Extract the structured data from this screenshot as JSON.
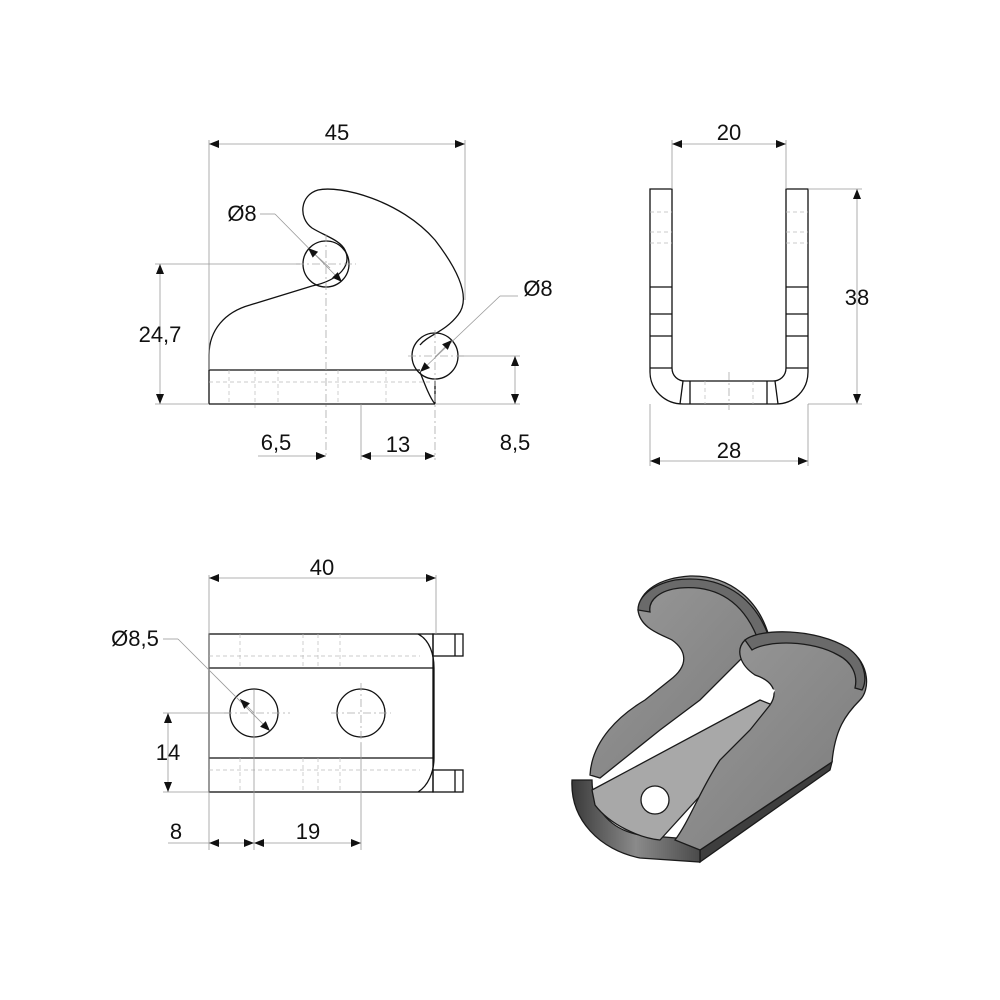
{
  "drawing": {
    "views": {
      "side_view": {
        "overall_width": "45",
        "hole_upper_diameter": "Ø8",
        "hole_lower_diameter": "Ø8",
        "upper_hole_height": "24,7",
        "lower_hole_height": "8,5",
        "upper_hole_offset": "6,5",
        "lower_hole_offset": "13"
      },
      "front_view": {
        "inner_width": "20",
        "outer_width": "28",
        "height": "38"
      },
      "bottom_view": {
        "length": "40",
        "hole_diameter": "Ø8,5",
        "hole_y": "14",
        "first_hole_x": "8",
        "hole_spacing": "19"
      },
      "iso_view": {
        "fill_color": "#8a8a8a",
        "edge_color": "#1a1a1a"
      }
    }
  }
}
